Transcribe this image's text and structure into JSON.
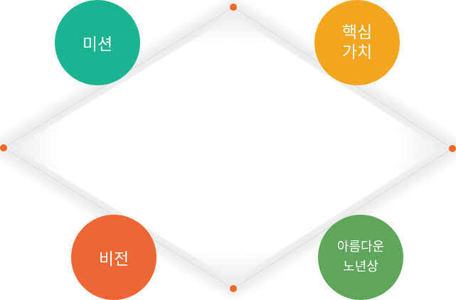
{
  "circles": {
    "mission": {
      "label": "미션",
      "color": "#1bb490"
    },
    "core_values": {
      "label": "핵심\n가치",
      "color": "#f2a51e"
    },
    "vision": {
      "label": "비전",
      "color": "#ee6633"
    },
    "graceful_aging": {
      "label": "아름다운\n노년상",
      "color": "#5da65c"
    }
  },
  "colors": {
    "dot": "#ec6a27",
    "line": "#d8d8d8",
    "glow": "#e9e9e9"
  }
}
